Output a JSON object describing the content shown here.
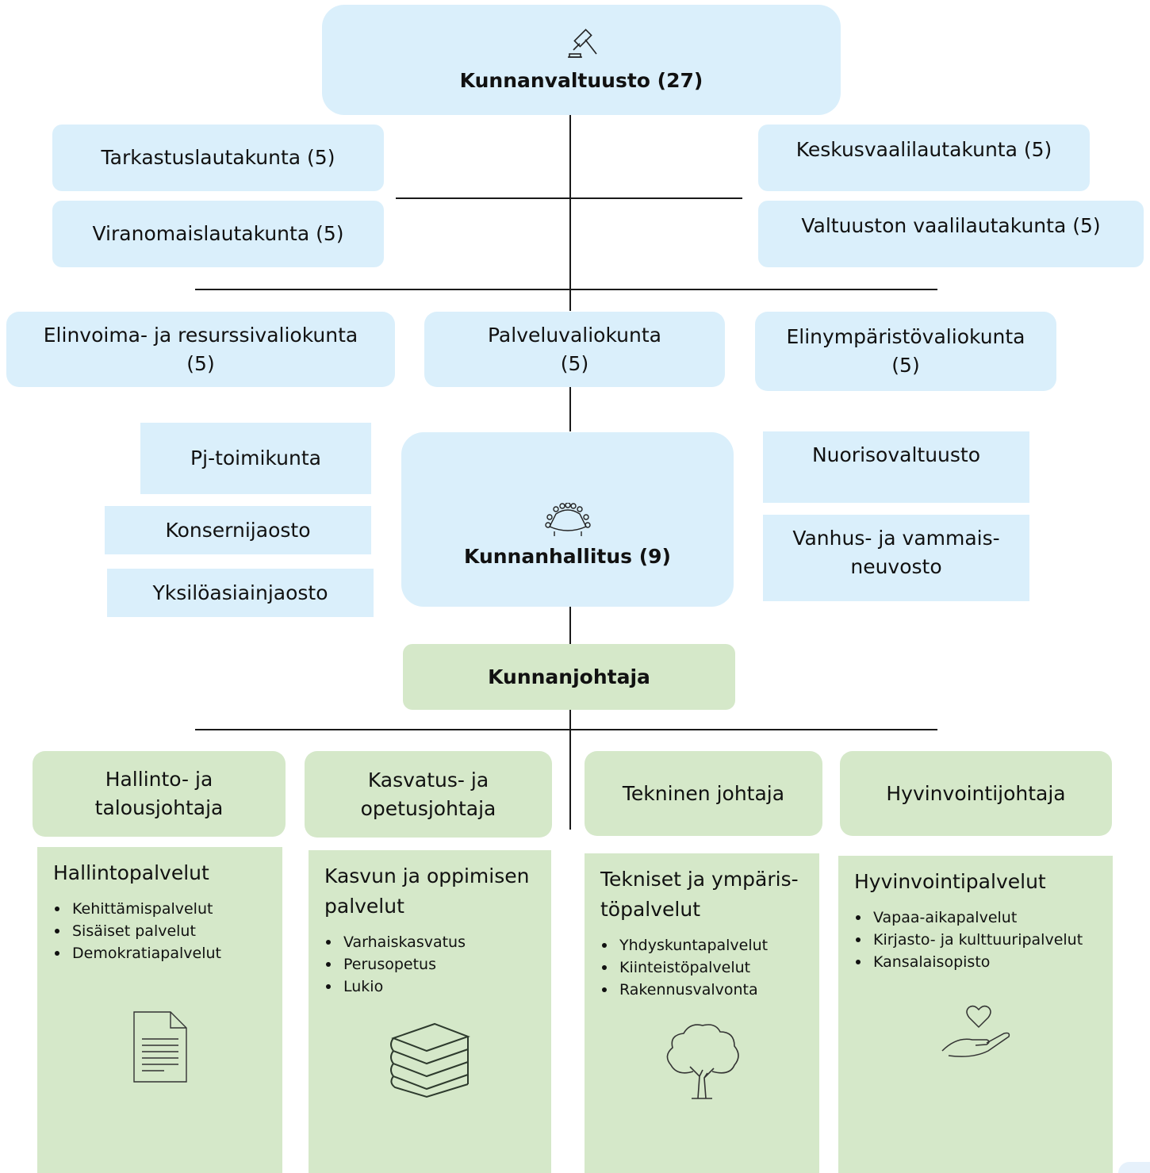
{
  "council": {
    "label": "Kunnanvaltuusto (27)",
    "icon": "gavel-icon"
  },
  "left_boards": [
    "Tarkastuslautakunta (5)",
    "Viranomaislautakunta (5)"
  ],
  "right_boards": [
    "Keskusvaalilautakunta (5)",
    "Valtuuston vaalilautakunta (5)"
  ],
  "committees": [
    {
      "name": "Elinvoima- ja resurssivaliokunta",
      "count": "(5)"
    },
    {
      "name": "Palveluvaliokunta",
      "count": "(5)"
    },
    {
      "name": "Elinympäristövaliokunta",
      "count": "(5)"
    }
  ],
  "board_sections": [
    "Pj-toimikunta",
    "Konsernijaosto",
    "Yksilöasiainjaosto"
  ],
  "executive": {
    "label": "Kunnanhallitus (9)",
    "icon": "meeting-table-icon"
  },
  "councils_right": [
    "Nuorisovaltuusto",
    "Vanhus- ja vammais-\nneuvosto"
  ],
  "mayor": {
    "label": "Kunnanjohtaja"
  },
  "directors": [
    "Hallinto- ja\ntalousjohtaja",
    "Kasvatus- ja\nopetusjohtaja",
    "Tekninen johtaja",
    "Hyvinvointijohtaja"
  ],
  "services": [
    {
      "title": "Hallintopalvelut",
      "items": [
        "Kehittämispalvelut",
        "Sisäiset palvelut",
        "Demokratiapalvelut"
      ],
      "icon": "document-icon"
    },
    {
      "title": "Kasvun ja oppimisen palvelut",
      "items": [
        "Varhaiskasvatus",
        "Perusopetus",
        "Lukio"
      ],
      "icon": "books-icon"
    },
    {
      "title": "Tekniset ja ympäris-\ntöpalvelut",
      "items": [
        "Yhdyskuntapalvelut",
        "Kiinteistöpalvelut",
        "Rakennusvalvonta"
      ],
      "icon": "tree-icon"
    },
    {
      "title": "Hyvinvointipalvelut",
      "items": [
        "Vapaa-aikapalvelut",
        "Kirjasto- ja kulttuuripalvelut",
        "Kansalaisopisto"
      ],
      "icon": "heart-hand-icon"
    }
  ],
  "colors": {
    "blue_box": "#daeffb",
    "green_box": "#d5e8c9",
    "line": "#1a1a1a"
  }
}
